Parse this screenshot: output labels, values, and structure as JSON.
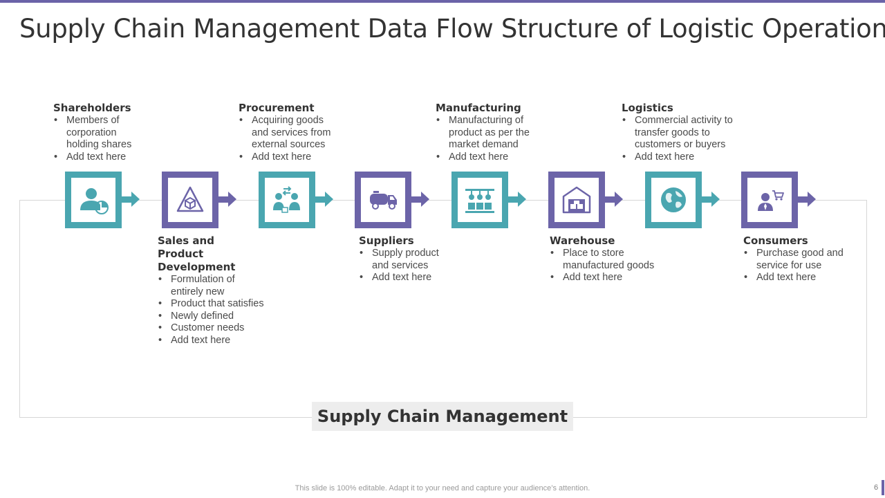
{
  "slide": {
    "title": "Supply Chain Management Data Flow Structure of Logistic Operations",
    "frame_label": "Supply Chain Management",
    "footer_note": "This slide is 100% editable. Adapt it to your need and capture your audience’s attention.",
    "page_number": "6"
  },
  "colors": {
    "teal": "#4aa6b0",
    "purple": "#6c64a8",
    "accent_bar": "#6b63a8"
  },
  "steps": [
    {
      "heading": "Shareholders",
      "bullets": [
        "Members of corporation holding shares",
        "Add text here"
      ],
      "icon": "shareholder-icon",
      "color": "teal",
      "label_position": "above"
    },
    {
      "heading": "Sales and Product Development",
      "bullets": [
        "Formulation of entirely new",
        "Product that satisfies",
        "Newly defined",
        "Customer needs",
        "Add text here"
      ],
      "icon": "product-development-icon",
      "color": "purple",
      "label_position": "below"
    },
    {
      "heading": "Procurement",
      "bullets": [
        "Acquiring goods and services from external sources",
        "Add text here"
      ],
      "icon": "procurement-icon",
      "color": "teal",
      "label_position": "above"
    },
    {
      "heading": "Suppliers",
      "bullets": [
        "Supply product and services",
        "Add text here"
      ],
      "icon": "delivery-truck-icon",
      "color": "purple",
      "label_position": "below"
    },
    {
      "heading": "Manufacturing",
      "bullets": [
        "Manufacturing of product as per the market demand",
        "Add text here"
      ],
      "icon": "manufacturing-icon",
      "color": "teal",
      "label_position": "above"
    },
    {
      "heading": "Warehouse",
      "bullets": [
        "Place to store manufactured goods",
        "Add text here"
      ],
      "icon": "warehouse-icon",
      "color": "purple",
      "label_position": "below"
    },
    {
      "heading": "Logistics",
      "bullets": [
        "Commercial activity to transfer goods to customers or buyers",
        "Add text here"
      ],
      "icon": "globe-icon",
      "color": "teal",
      "label_position": "above"
    },
    {
      "heading": "Consumers",
      "bullets": [
        "Purchase good and service for use",
        "Add text here"
      ],
      "icon": "consumer-cart-icon",
      "color": "purple",
      "label_position": "below"
    }
  ]
}
